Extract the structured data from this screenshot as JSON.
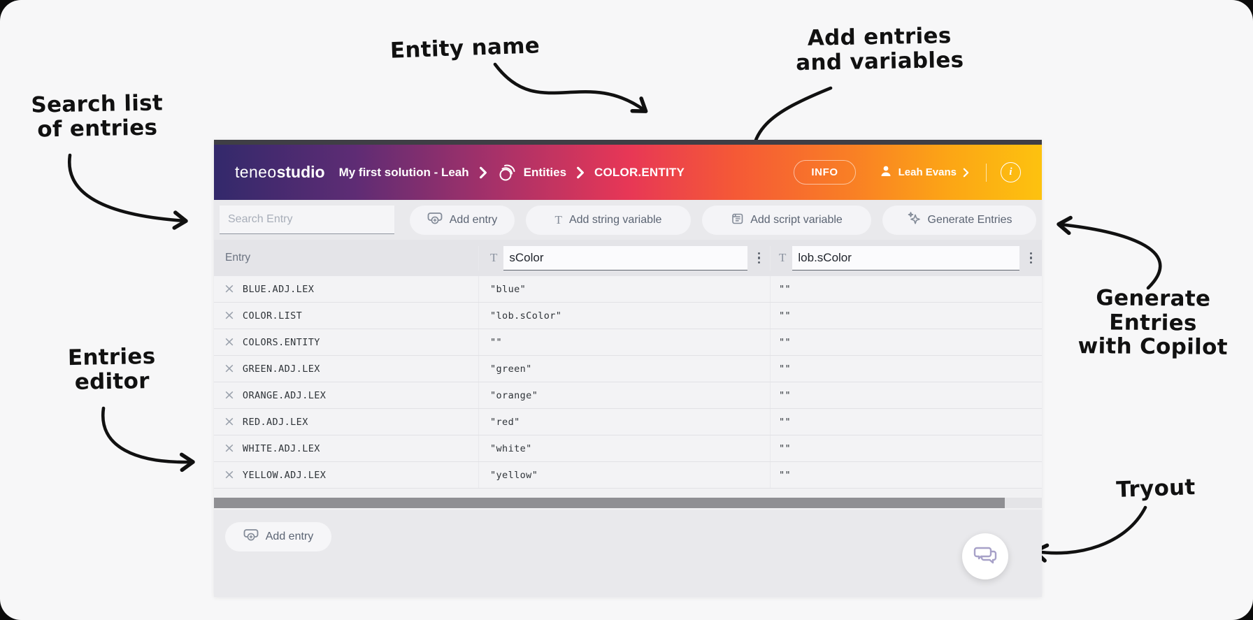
{
  "annotations": {
    "search_list": {
      "line1": "Search list",
      "line2": "of entries"
    },
    "entity_name": {
      "line1": "Entity name"
    },
    "add_entries": {
      "line1": "Add entries",
      "line2": "and variables"
    },
    "generate_entries": {
      "line1": "Generate",
      "line2": "Entries",
      "line3": "with Copilot"
    },
    "entries_editor": {
      "line1": "Entries",
      "line2": "editor"
    },
    "tryout": {
      "line1": "Tryout"
    }
  },
  "header": {
    "logo": {
      "light": "teneo",
      "bold": "studio"
    },
    "breadcrumb": {
      "solution": "My first solution - Leah",
      "section": "Entities",
      "entity": "COLOR.ENTITY"
    },
    "info_button": "INFO",
    "user_name": "Leah Evans"
  },
  "toolbar": {
    "search_placeholder": "Search Entry",
    "add_entry": "Add entry",
    "add_string_variable": "Add string variable",
    "add_script_variable": "Add script variable",
    "generate_entries": "Generate Entries"
  },
  "table": {
    "entry_column_header": "Entry",
    "variable_inputs": [
      {
        "value": "sColor"
      },
      {
        "value": "lob.sColor"
      }
    ],
    "rows": [
      {
        "entry": "BLUE.ADJ.LEX",
        "scolor": "\"blue\"",
        "lob_scolor": "\"\""
      },
      {
        "entry": "COLOR.LIST",
        "scolor": "\"lob.sColor\"",
        "lob_scolor": "\"\""
      },
      {
        "entry": "COLORS.ENTITY",
        "scolor": "\"\"",
        "lob_scolor": "\"\""
      },
      {
        "entry": "GREEN.ADJ.LEX",
        "scolor": "\"green\"",
        "lob_scolor": "\"\""
      },
      {
        "entry": "ORANGE.ADJ.LEX",
        "scolor": "\"orange\"",
        "lob_scolor": "\"\""
      },
      {
        "entry": "RED.ADJ.LEX",
        "scolor": "\"red\"",
        "lob_scolor": "\"\""
      },
      {
        "entry": "WHITE.ADJ.LEX",
        "scolor": "\"white\"",
        "lob_scolor": "\"\""
      },
      {
        "entry": "YELLOW.ADJ.LEX",
        "scolor": "\"yellow\"",
        "lob_scolor": "\"\""
      }
    ],
    "remove_icon": "×"
  },
  "footer": {
    "add_entry": "Add entry"
  },
  "colors": {
    "gradient_start": "#33296b",
    "gradient_mid": "#e73756",
    "gradient_end": "#fdc20f",
    "toolbar_bg": "#e9e9ec",
    "row_bg": "#f3f3f5",
    "annotation_ink": "#111111",
    "tryout_icon": "#a7a1c8"
  }
}
